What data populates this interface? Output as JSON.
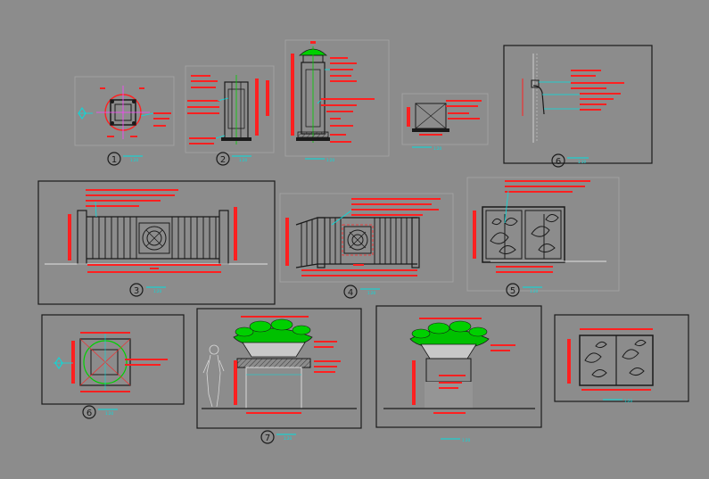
{
  "drawing": {
    "background": "#8c8c8c",
    "colors": {
      "frame": "#1a1a1a",
      "faint_frame": "#a6a6a6",
      "dimension": "#ff2020",
      "leader": "#00e0e0",
      "annotation": "#ff2020",
      "green": "#00d000",
      "white": "#ffffff",
      "magenta": "#ff40ff",
      "yellow": "#ffd400"
    },
    "details": [
      {
        "id": "1",
        "caption": "1:20"
      },
      {
        "id": "2",
        "caption": "1:20"
      },
      {
        "id": "",
        "caption": "1:20"
      },
      {
        "id": "",
        "caption": "1:20"
      },
      {
        "id": "6",
        "caption": "1:10"
      },
      {
        "id": "3",
        "caption": "1:20"
      },
      {
        "id": "4",
        "caption": "1:20"
      },
      {
        "id": "5",
        "caption": "1:20"
      },
      {
        "id": "6",
        "caption": "1:20"
      },
      {
        "id": "7",
        "caption": "1:20"
      },
      {
        "id": "",
        "caption": "1:20"
      },
      {
        "id": "",
        "caption": "1:20"
      }
    ]
  }
}
